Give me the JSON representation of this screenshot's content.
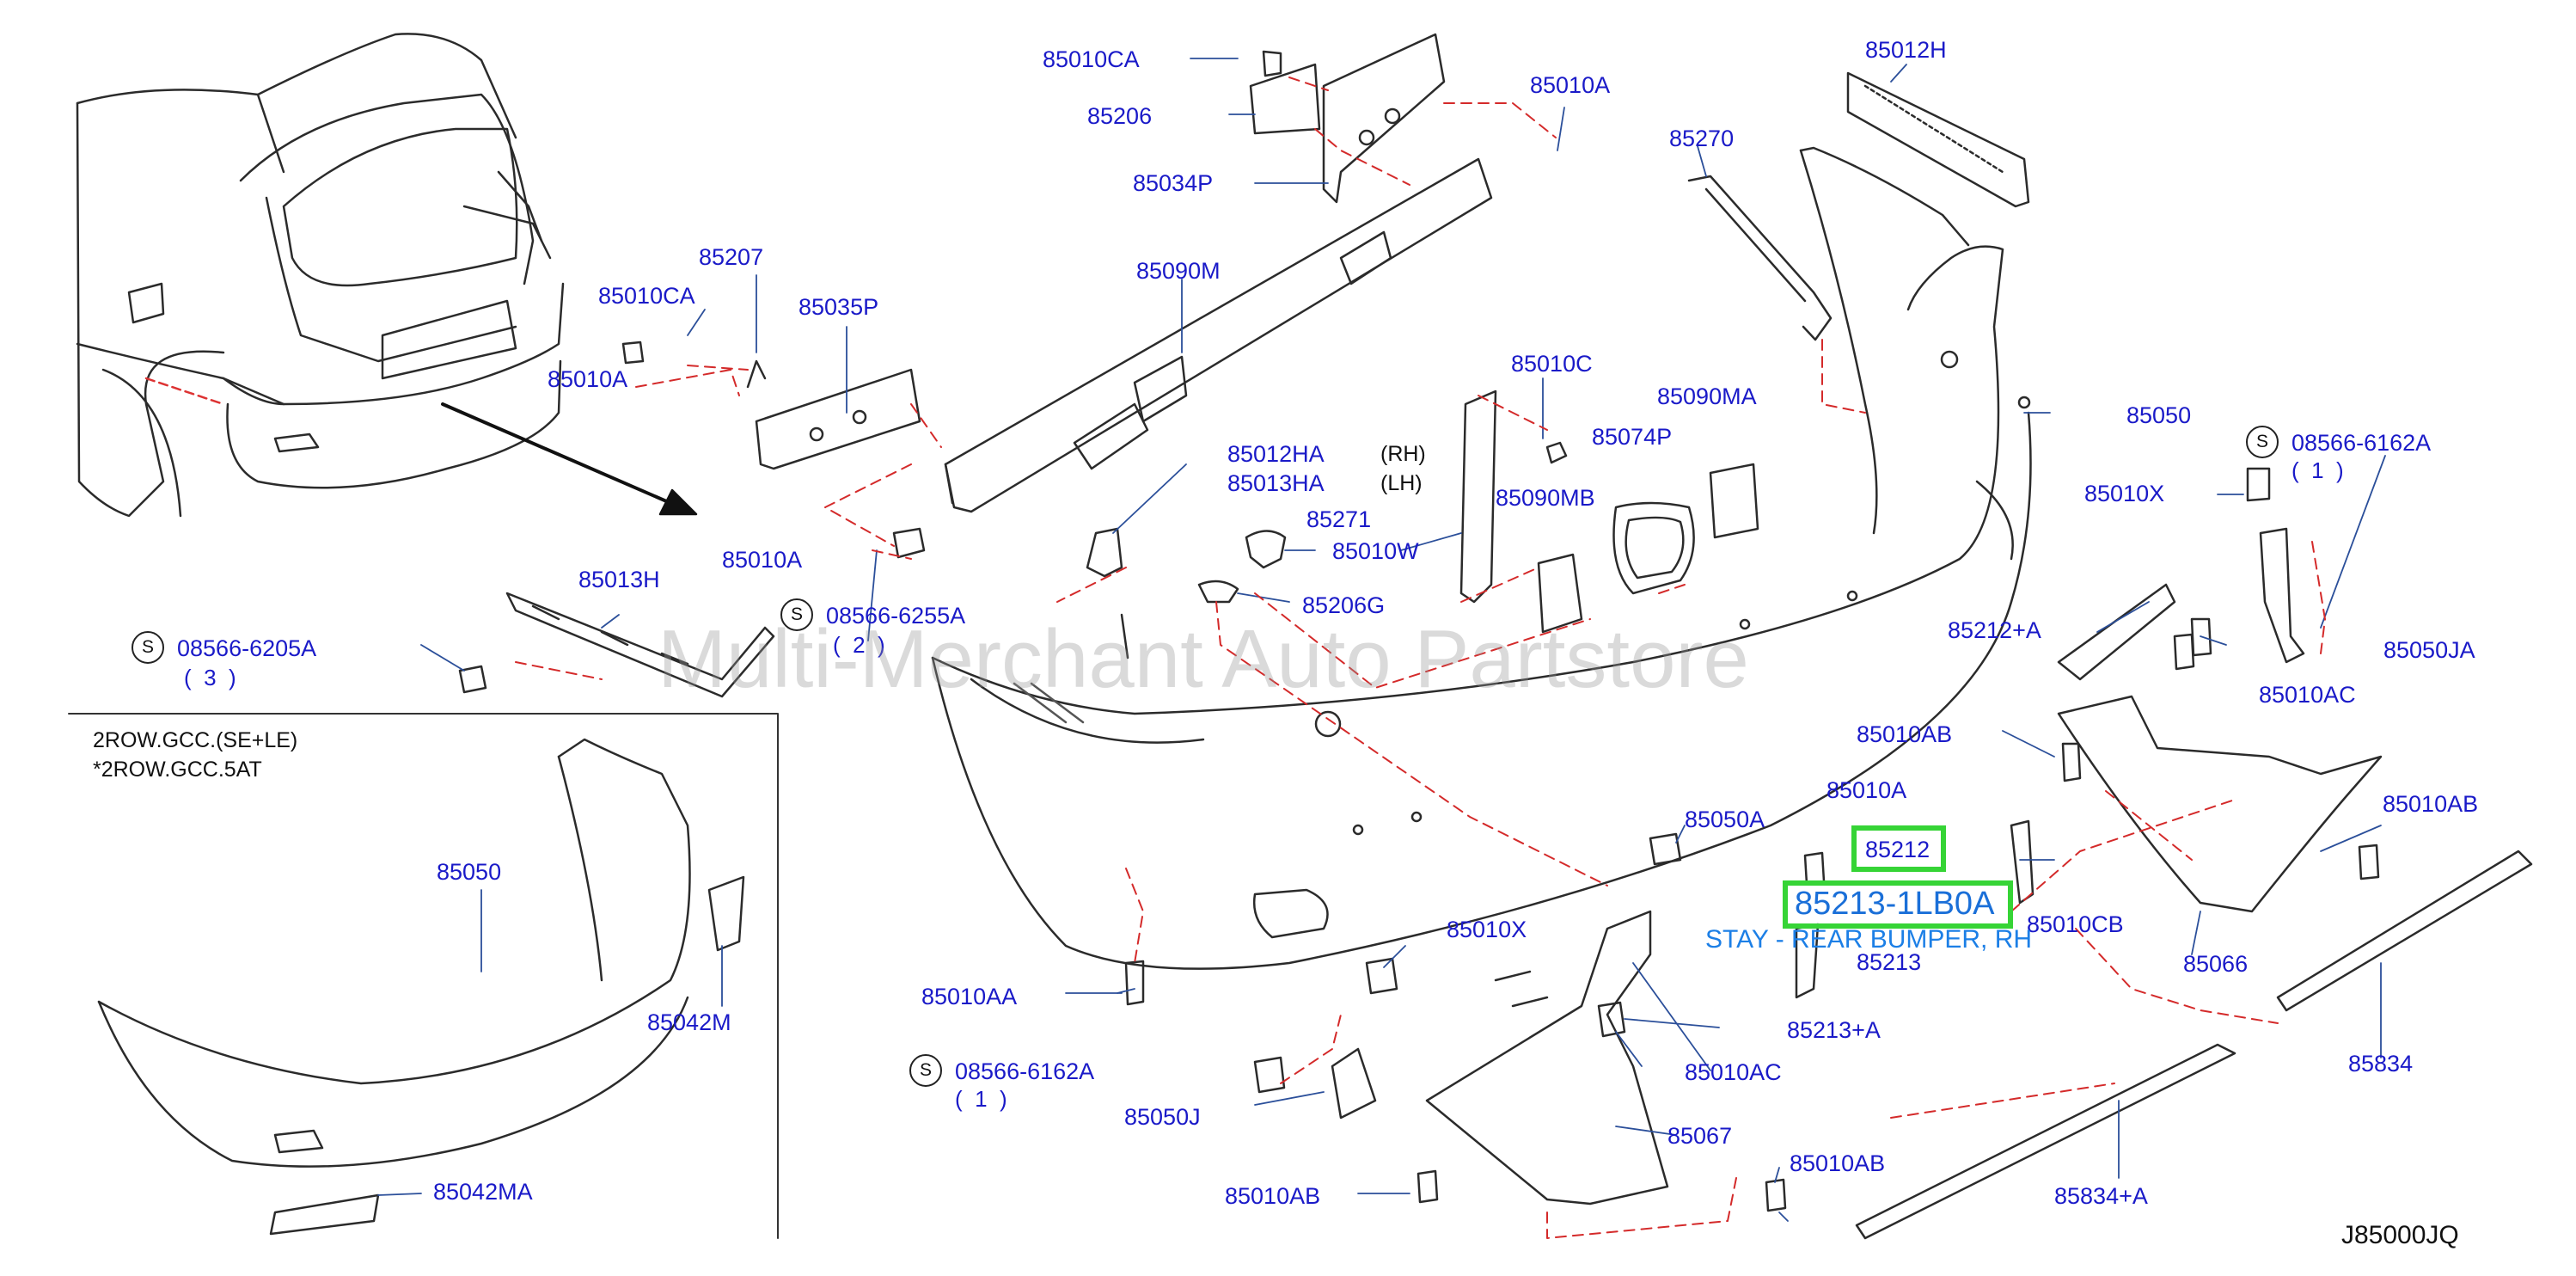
{
  "diagram_code": "J85000JQ",
  "watermark": "Multi-Merchant Auto Partstore",
  "variant_note": {
    "line1": "2ROW.GCC.(SE+LE)",
    "line2": "*2ROW.GCC.5AT"
  },
  "side_labels": {
    "rh": "(RH)",
    "lh": "(LH)"
  },
  "highlight": {
    "part": "85212",
    "selected_code": "85213-1LB0A",
    "tooltip": "STAY - REAR BUMPER, RH",
    "color": "#36d436"
  },
  "screws": [
    {
      "id": "s1",
      "symbol": "S",
      "code": "08566-6205A",
      "qty": "(  3  )"
    },
    {
      "id": "s2",
      "symbol": "S",
      "code": "08566-6255A",
      "qty": "(  2  )"
    },
    {
      "id": "s3",
      "symbol": "S",
      "code": "08566-6162A",
      "qty": "(  1  )"
    },
    {
      "id": "s4",
      "symbol": "S",
      "code": "08566-6162A",
      "qty": "(  1  )"
    }
  ],
  "parts": [
    {
      "id": "p01",
      "label": "85010CA"
    },
    {
      "id": "p02",
      "label": "85206"
    },
    {
      "id": "p03",
      "label": "85034P"
    },
    {
      "id": "p04",
      "label": "85010A"
    },
    {
      "id": "p05",
      "label": "85012H"
    },
    {
      "id": "p06",
      "label": "85270"
    },
    {
      "id": "p07",
      "label": "85207"
    },
    {
      "id": "p08",
      "label": "85010CA"
    },
    {
      "id": "p09",
      "label": "85035P"
    },
    {
      "id": "p10",
      "label": "85090M"
    },
    {
      "id": "p11",
      "label": "85010A"
    },
    {
      "id": "p12",
      "label": "85010C"
    },
    {
      "id": "p13",
      "label": "85090MA"
    },
    {
      "id": "p14",
      "label": "85074P"
    },
    {
      "id": "p15",
      "label": "85050"
    },
    {
      "id": "p16",
      "label": "85012HA"
    },
    {
      "id": "p17",
      "label": "85013HA"
    },
    {
      "id": "p18",
      "label": "85090MB"
    },
    {
      "id": "p19",
      "label": "85271"
    },
    {
      "id": "p20",
      "label": "85010W"
    },
    {
      "id": "p21",
      "label": "85010X"
    },
    {
      "id": "p22",
      "label": "85010A"
    },
    {
      "id": "p23",
      "label": "85013H"
    },
    {
      "id": "p24",
      "label": "85206G"
    },
    {
      "id": "p25",
      "label": "85212+A"
    },
    {
      "id": "p26",
      "label": "85050JA"
    },
    {
      "id": "p27",
      "label": "85010AC"
    },
    {
      "id": "p28",
      "label": "85010AB"
    },
    {
      "id": "p29",
      "label": "85010A"
    },
    {
      "id": "p30",
      "label": "85010AB"
    },
    {
      "id": "p31",
      "label": "85050A"
    },
    {
      "id": "p32",
      "label": "85010CB"
    },
    {
      "id": "p33",
      "label": "85213"
    },
    {
      "id": "p34",
      "label": "85066"
    },
    {
      "id": "p35",
      "label": "85050"
    },
    {
      "id": "p36",
      "label": "85042M"
    },
    {
      "id": "p37",
      "label": "85010X"
    },
    {
      "id": "p38",
      "label": "85010AA"
    },
    {
      "id": "p39",
      "label": "85213+A"
    },
    {
      "id": "p40",
      "label": "85834"
    },
    {
      "id": "p41",
      "label": "85010AC"
    },
    {
      "id": "p42",
      "label": "85050J"
    },
    {
      "id": "p43",
      "label": "85067"
    },
    {
      "id": "p44",
      "label": "85010AB"
    },
    {
      "id": "p45",
      "label": "85010AB"
    },
    {
      "id": "p46",
      "label": "85834+A"
    },
    {
      "id": "p47",
      "label": "85042MA"
    }
  ]
}
